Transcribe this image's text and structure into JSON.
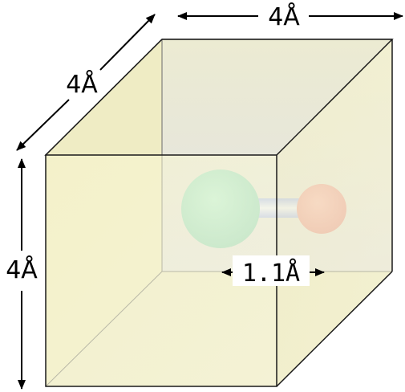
{
  "labels": {
    "top_width": "4Å",
    "depth": "4Å",
    "height": "4Å",
    "bond_length": "1.1Å"
  },
  "colors": {
    "cube_fill": "#fbf8d0",
    "top_face": "#f7f200",
    "back_face": "#e4e4e4",
    "edge": "#1a1a1a",
    "atom_large": "#9fe0c7",
    "atom_small": "#f2aaa5",
    "bond": "#c9d2f5"
  }
}
